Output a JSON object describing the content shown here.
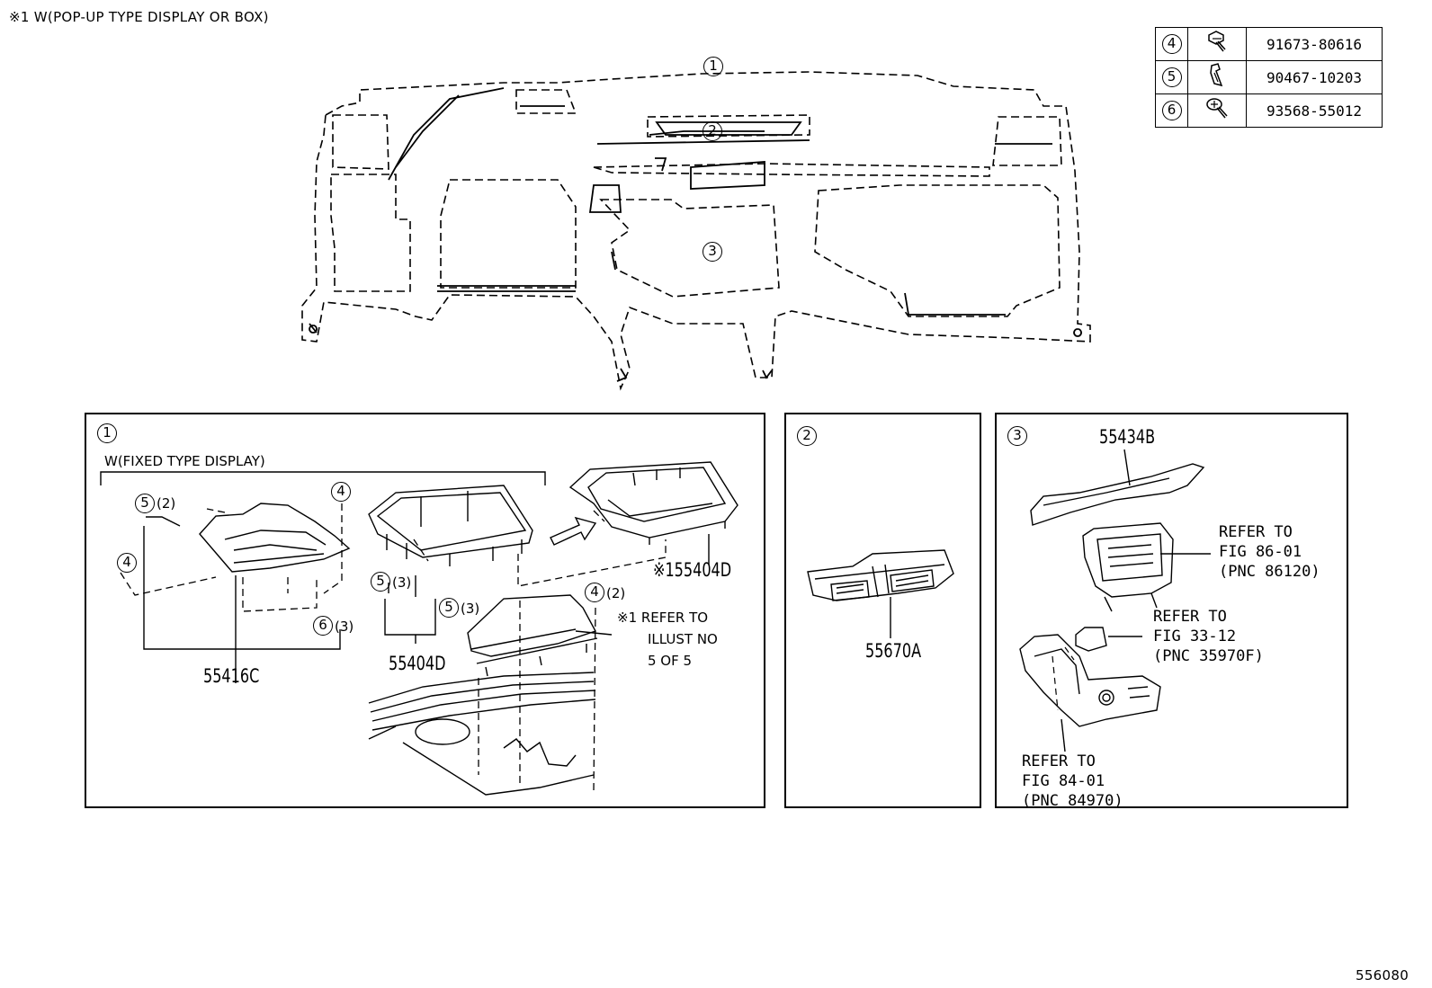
{
  "header_note": "※1 W(POP-UP TYPE DISPLAY OR BOX)",
  "footer_code": "556080",
  "legend": [
    {
      "ref": "4",
      "icon": "bolt-icon",
      "part_no": "91673-80616"
    },
    {
      "ref": "5",
      "icon": "clip-icon",
      "part_no": "90467-10203"
    },
    {
      "ref": "6",
      "icon": "screw-icon",
      "part_no": "93568-55012"
    }
  ],
  "overview": {
    "callouts": [
      "1",
      "2",
      "3"
    ]
  },
  "panel1": {
    "number": "1",
    "fixed_label": "W(FIXED TYPE DISPLAY)",
    "qty_5_left": "(2)",
    "qty_5_mid_a": "(3)",
    "qty_5_mid_b": "(3)",
    "qty_6": "(3)",
    "qty_4_right": "(2)",
    "ref_4": "4",
    "ref_5": "5",
    "ref_6": "6",
    "part_55416C": "55416C",
    "part_55404D": "55404D",
    "part_155404D": "※155404D",
    "note_lines": [
      "※1 REFER TO",
      "ILLUST NO",
      "5 OF 5"
    ]
  },
  "panel2": {
    "number": "2",
    "part": "55670A"
  },
  "panel3": {
    "number": "3",
    "part": "55434B",
    "ref_a": [
      "REFER TO",
      "FIG 86-01",
      "(PNC 86120)"
    ],
    "ref_b": [
      "REFER TO",
      "FIG 33-12",
      "(PNC 35970F)"
    ],
    "ref_c": [
      "REFER TO",
      "FIG 84-01",
      "(PNC 84970)"
    ]
  }
}
